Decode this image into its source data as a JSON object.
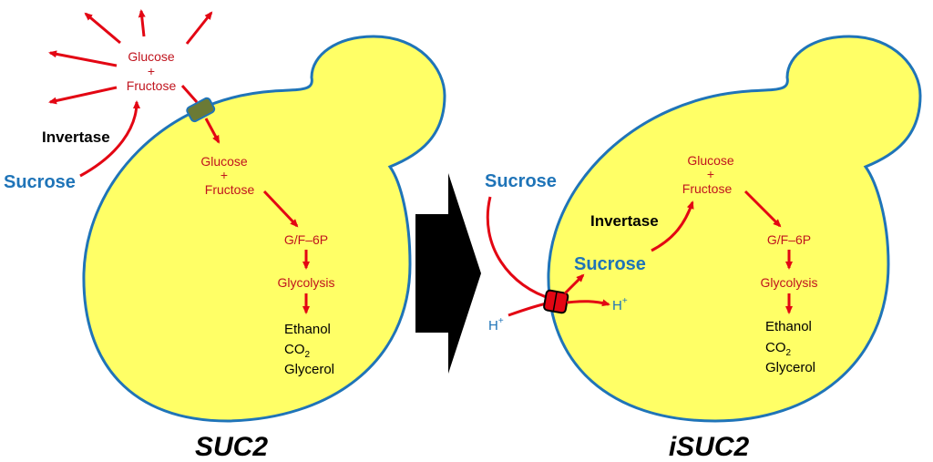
{
  "colors": {
    "cell_fill": "#ffff66",
    "cell_stroke": "#1f74b8",
    "arrow": "#e30613",
    "red_text": "#c0141e",
    "blue_text": "#1f74b8",
    "transporter_left": "#6b7a35",
    "transporter_right": "#e30613"
  },
  "left": {
    "extracellular": {
      "glucose": "Glucose",
      "plus": "+",
      "fructose": "Fructose"
    },
    "enzyme": "Invertase",
    "substrate": "Sucrose",
    "intracellular": {
      "glucose": "Glucose",
      "plus": "+",
      "fructose": "Fructose"
    },
    "pathway": {
      "gf6p": "G/F–6P",
      "glycolysis": "Glycolysis"
    },
    "products": {
      "ethanol": "Ethanol",
      "co2_base": "CO",
      "co2_sub": "2",
      "glycerol": "Glycerol"
    },
    "gene": "SUC2"
  },
  "right": {
    "outside_sucrose": "Sucrose",
    "proton_base": "H",
    "proton_sup": "+",
    "inside_proton_base": "H",
    "inside_proton_sup": "+",
    "enzyme": "Invertase",
    "inside_sucrose": "Sucrose",
    "hydrolysis": {
      "glucose": "Glucose",
      "plus": "+",
      "fructose": "Fructose"
    },
    "pathway": {
      "gf6p": "G/F–6P",
      "glycolysis": "Glycolysis"
    },
    "products": {
      "ethanol": "Ethanol",
      "co2_base": "CO",
      "co2_sub": "2",
      "glycerol": "Glycerol"
    },
    "gene": "iSUC2"
  }
}
